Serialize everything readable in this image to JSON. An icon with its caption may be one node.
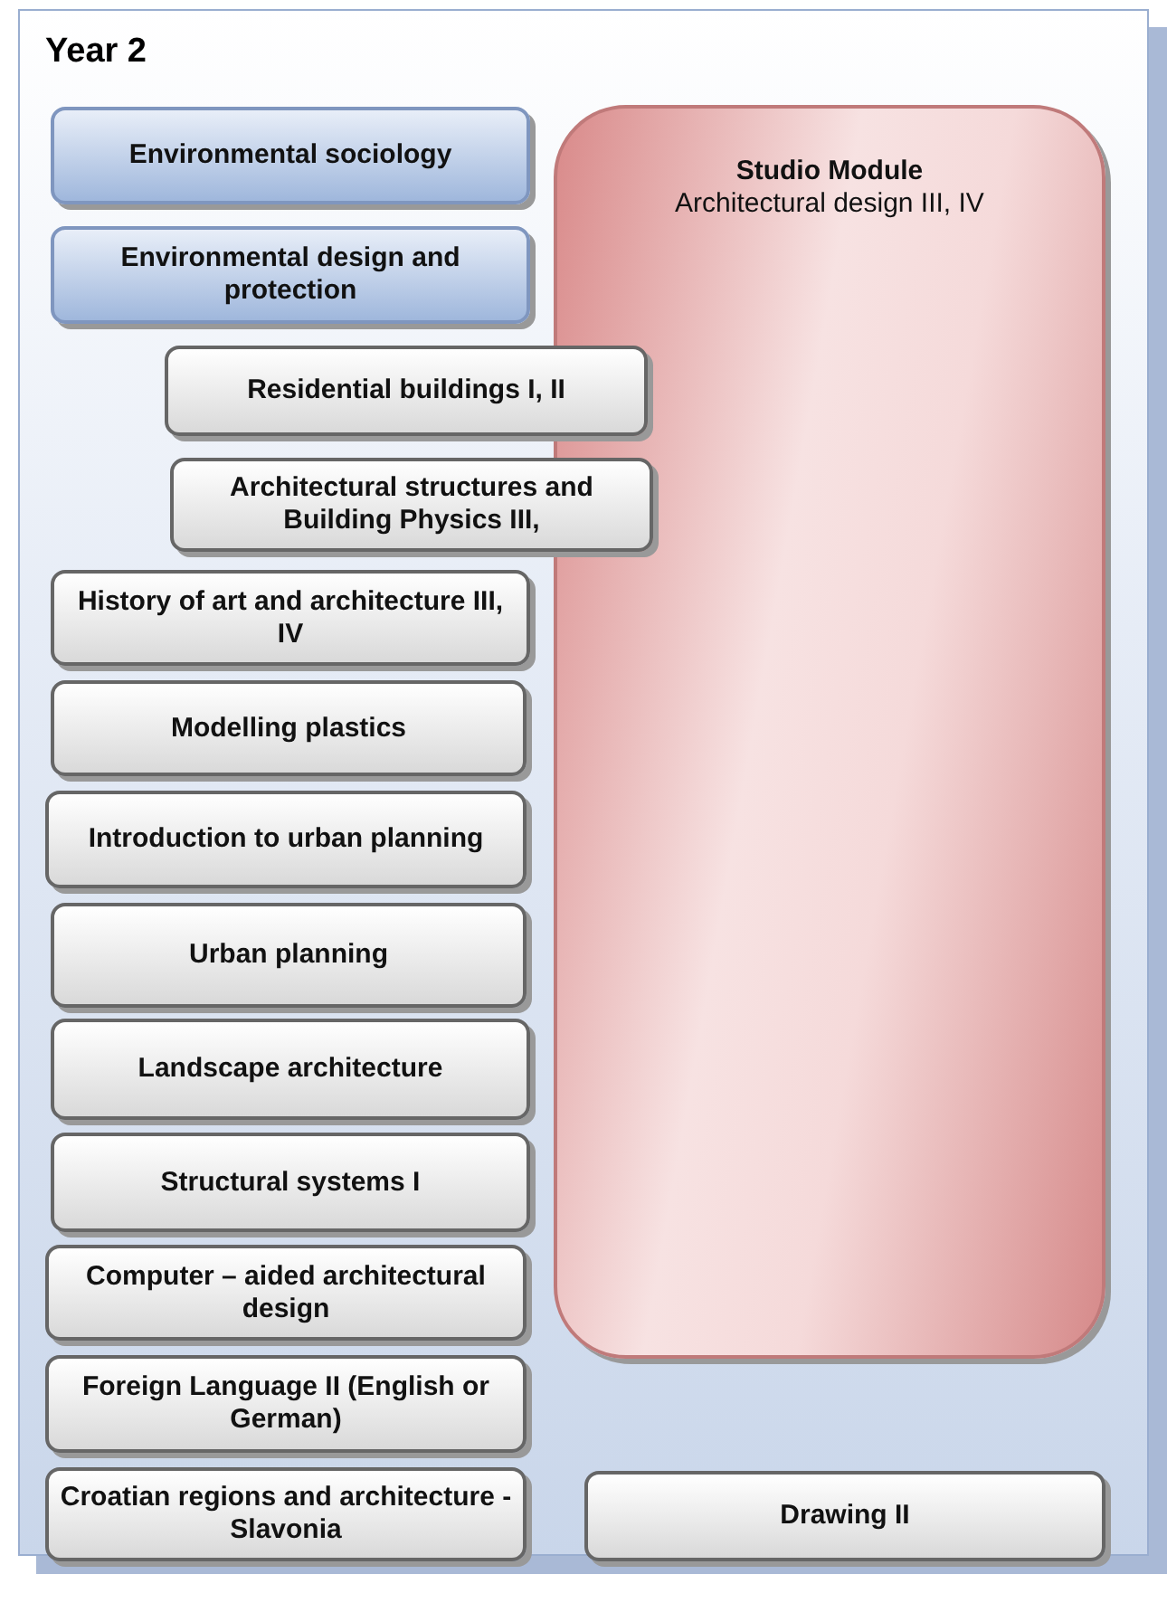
{
  "diagram": {
    "nodes": [
      {
        "text": [
          "Year 2"
        ]
      },
      {
        "text": [
          "Environmental sociology"
        ],
        "in": 0
      },
      {
        "text": [
          "Studio Module",
          "Architectural design III, IV"
        ],
        "in": 0
      },
      {
        "text": [
          "Environmental design and protection"
        ],
        "in": 0
      },
      {
        "text": [
          "Residential buildings I, II"
        ],
        "in": 0
      },
      {
        "text": [
          "Architectural structures and Building Physics III,"
        ],
        "in": 0
      },
      {
        "text": [
          "History of art and architecture III, IV"
        ],
        "in": 0
      },
      {
        "text": [
          "Modelling plastics"
        ],
        "in": 0
      },
      {
        "text": [
          "Introduction to urban planning"
        ],
        "in": 0
      },
      {
        "text": [
          "Urban planning"
        ],
        "in": 0
      },
      {
        "text": [
          "Landscape architecture"
        ],
        "in": 0
      },
      {
        "text": [
          "Structural systems I"
        ],
        "in": 0
      },
      {
        "text": [
          "Computer – aided architectural design"
        ],
        "in": 0
      },
      {
        "text": [
          "Foreign Language II (English or German)"
        ],
        "in": 0
      },
      {
        "text": [
          "Croatian regions and architecture - Slavonia"
        ],
        "in": 0
      },
      {
        "text": [
          "Drawing II"
        ],
        "in": 0
      }
    ]
  }
}
